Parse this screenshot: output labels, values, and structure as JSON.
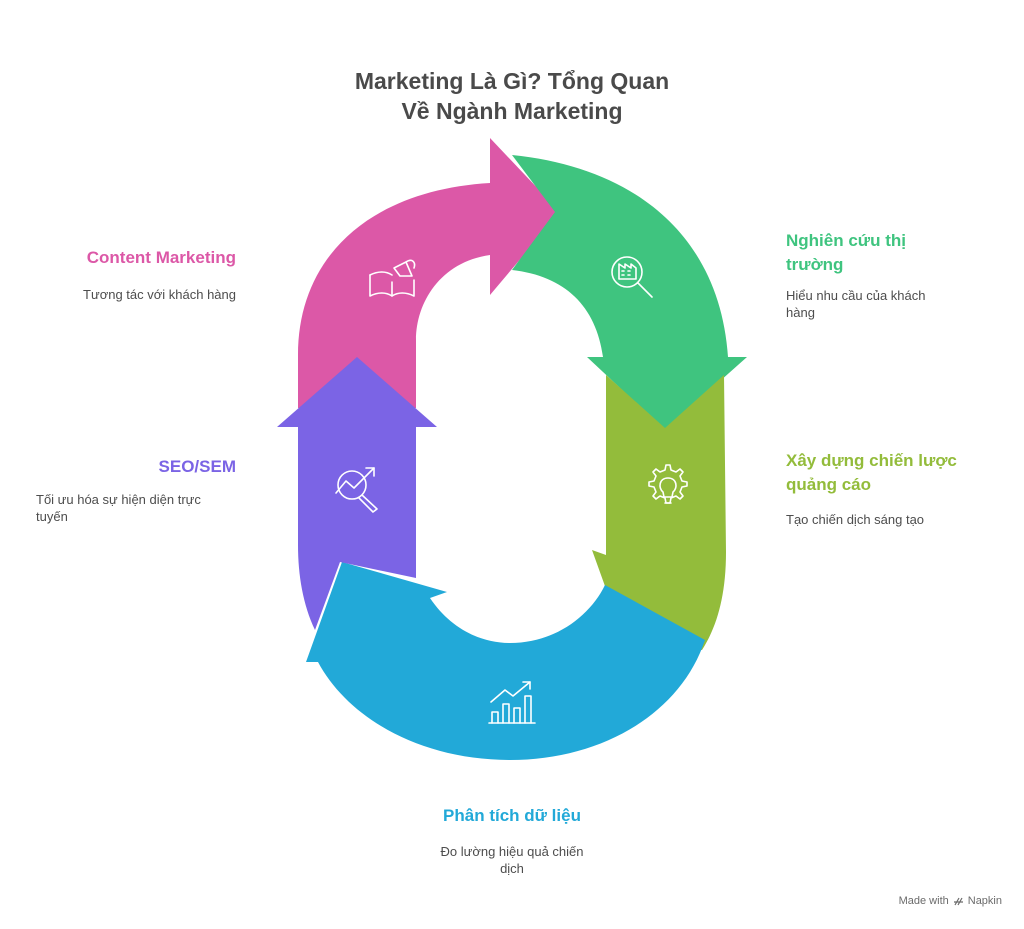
{
  "title": {
    "line1": "Marketing Là Gì? Tổng Quan",
    "line2": "Về Ngành Marketing"
  },
  "steps": [
    {
      "title": "Nghiên cứu thị trường",
      "title_line1": "Nghiên cứu thị",
      "title_line2": "trường",
      "desc_line1": "Hiểu nhu cầu của khách",
      "desc_line2": "hàng",
      "color": "#3fc47f",
      "icon": "market-research-icon"
    },
    {
      "title": "Xây dựng chiến lược quảng cáo",
      "title_line1": "Xây dựng chiến lược",
      "title_line2": "quảng cáo",
      "desc_line1": "Tạo chiến dịch sáng tạo",
      "color": "#93bc3b",
      "icon": "gear-bulb-icon"
    },
    {
      "title": "Phân tích dữ liệu",
      "desc_line1": "Đo lường hiệu quả chiến",
      "desc_line2": "dịch",
      "color": "#22a9d8",
      "icon": "bar-chart-icon"
    },
    {
      "title": "SEO/SEM",
      "desc_line1": "Tối ưu hóa sự hiện diện trực",
      "desc_line2": "tuyến",
      "color": "#7b64e5",
      "icon": "search-trend-icon"
    },
    {
      "title": "Content Marketing",
      "desc_line1": "Tương tác với khách hàng",
      "color": "#dc58a7",
      "icon": "book-megaphone-icon"
    }
  ],
  "footer": {
    "made_with": "Made with",
    "brand": "Napkin"
  }
}
